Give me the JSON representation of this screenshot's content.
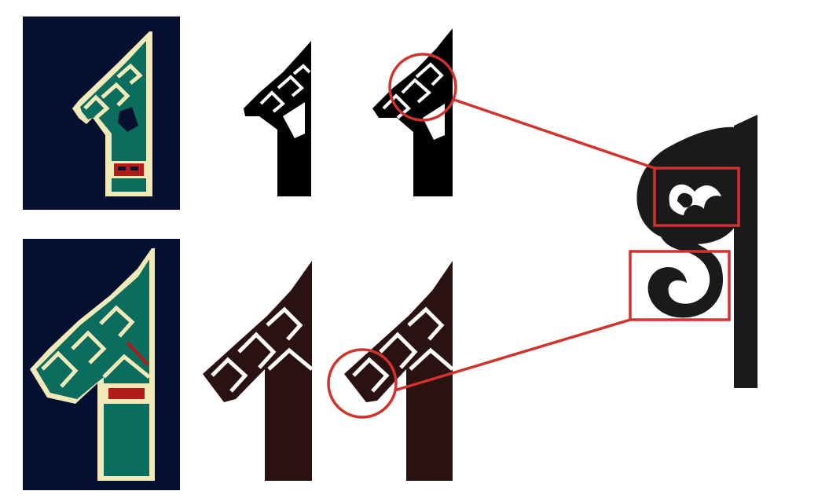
{
  "colors": {
    "background": "#ffffff",
    "panel_navy": "#050f30",
    "motif_green": "#0a6d5e",
    "motif_cream": "#f1eab8",
    "motif_red": "#b31b1b",
    "silhouette_black": "#000000",
    "silhouette_brown": "#2a1212",
    "callout_red": "#d2312c",
    "ornament_black": "#1a1a1a"
  },
  "figures": [
    {
      "id": "top-row",
      "variants": [
        "colored-motif",
        "black-silhouette-inner",
        "black-silhouette-outline"
      ]
    },
    {
      "id": "bottom-row",
      "variants": [
        "colored-motif",
        "brown-silhouette-inner",
        "brown-silhouette-outline"
      ]
    }
  ],
  "callouts": [
    {
      "from": "top-row-hook-circle",
      "to": "upper-ornament-box"
    },
    {
      "from": "bottom-row-hook-circle",
      "to": "lower-ornament-box"
    }
  ]
}
